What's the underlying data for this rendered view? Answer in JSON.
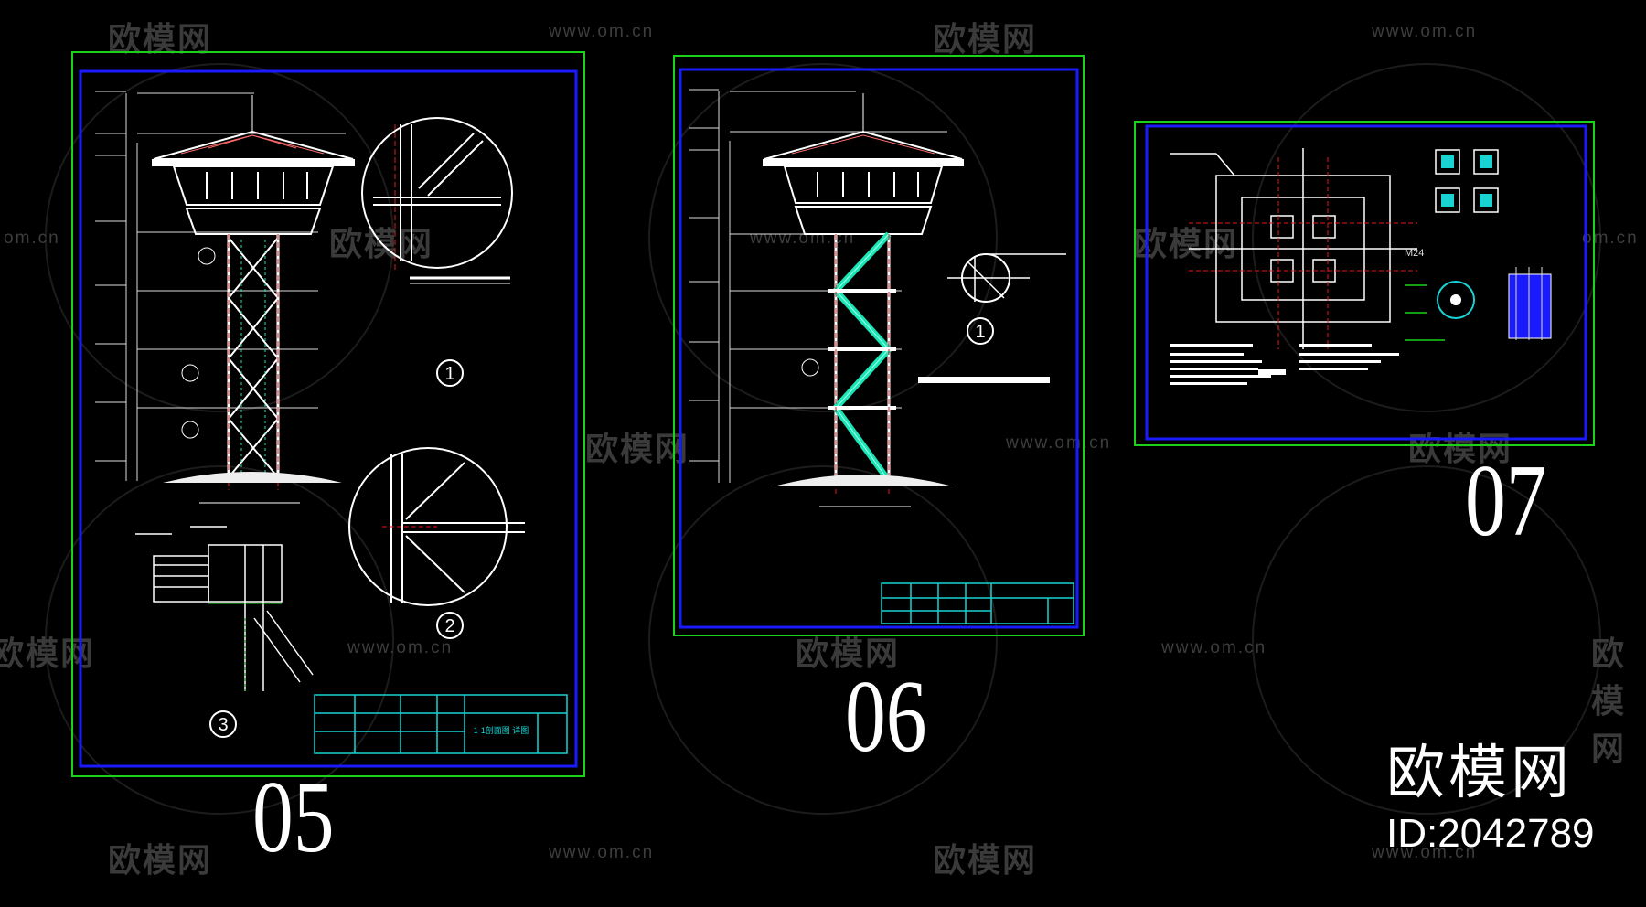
{
  "sheets": [
    {
      "number": "05",
      "title_block_caption": "1-1剖面图 详图"
    },
    {
      "number": "06"
    },
    {
      "number": "07"
    }
  ],
  "details": {
    "d1": "1",
    "d2": "2",
    "d3": "3",
    "d4": "1",
    "m24": "M24"
  },
  "watermarks": {
    "brand_text": "欧模网",
    "url": "www.om.cn",
    "url_partial": "om.cn"
  },
  "brand": {
    "name": "欧模网",
    "id": "ID:2042789"
  },
  "colors": {
    "sheet_frame_outer": "#19d219",
    "sheet_frame_inner": "#1a1aff",
    "title_block": "#19d2d2",
    "stair": "#19e6b4",
    "axis_red": "#e61919"
  }
}
